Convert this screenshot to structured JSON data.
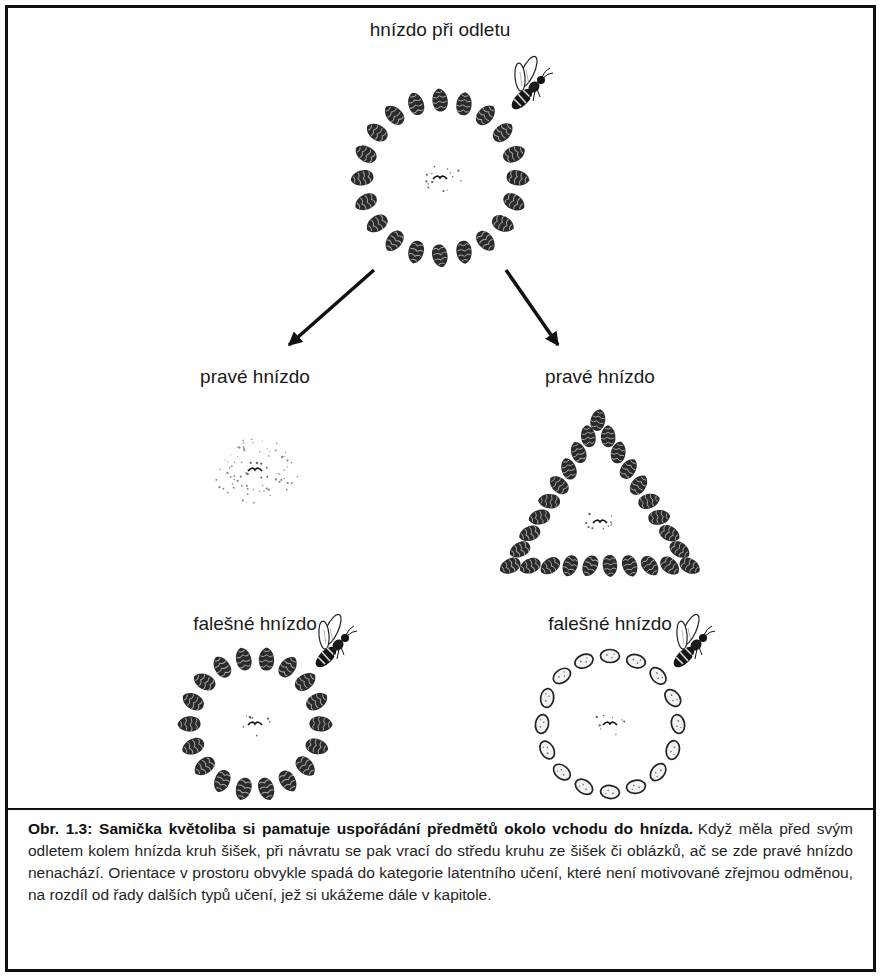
{
  "diagram": {
    "caption": "Obr. 1.3: Samička květoliba si pamatuje uspořádání předmětů okolo vchodu do hnízda.",
    "nodes": [
      {
        "text": [
          "hnízdo při odletu"
        ]
      },
      {
        "text": [
          "pravé hnízdo"
        ]
      },
      {
        "text": [
          "pravé hnízdo"
        ]
      },
      {
        "text": [
          "falešné hnízdo"
        ]
      },
      {
        "text": [
          "falešné hnízdo"
        ]
      }
    ],
    "edges": [
      {
        "from": 0,
        "to": 1,
        "arrow": "to"
      },
      {
        "from": 0,
        "to": 2,
        "arrow": "to"
      }
    ],
    "labels": [
      "Když měla před svým odletem kolem hnízda kruh šišek, při návratu se pak vrací do středu kruhu ze šišek či oblázků, ač se zde pravé hnízdo nenachází. Orientace v prostoru obvykle spadá do kategorie latentního učení, které není motivované zřejmou odměnou, na rozdíl od řady dalších typů učení, jež si ukážeme dále v kapitole."
    ]
  }
}
